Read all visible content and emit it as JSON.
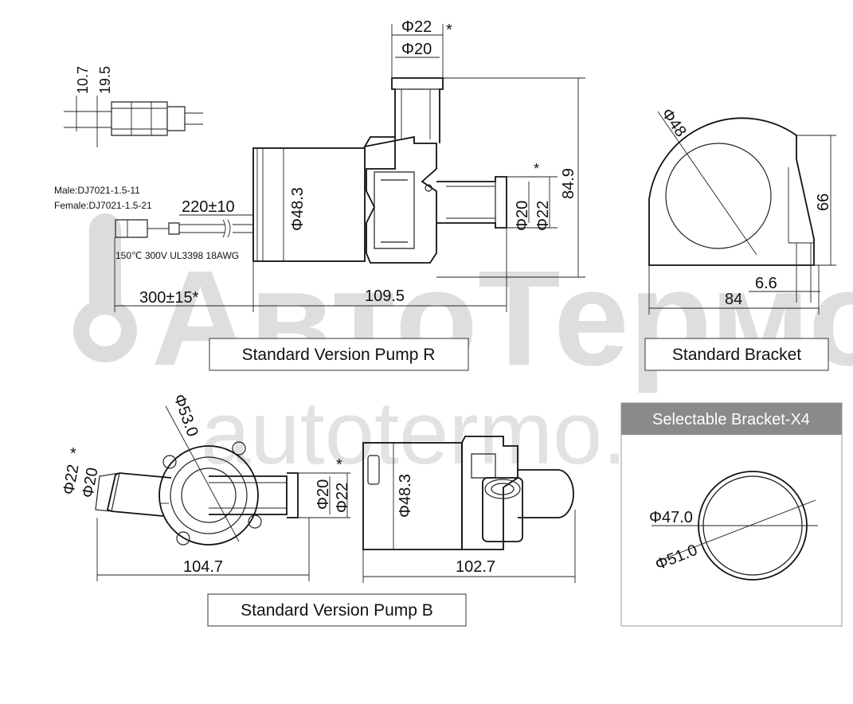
{
  "watermark": {
    "brand": "АвтоТермо",
    "domain": "autotermo.ru",
    "color": "#d9d9d9"
  },
  "pump_r": {
    "caption": "Standard Version Pump R",
    "outlet_outer_dim": "Φ22",
    "outlet_inner_dim": "Φ20",
    "star": "*",
    "body_dim": "Φ48.3",
    "inlet_dim_1": "Φ20",
    "inlet_dim_2": "Φ22",
    "height_dim": "84.9",
    "length_dim": "109.5",
    "cable_dim": "300±15*",
    "lead_dim": "220±10",
    "connector_dim_1": "10.7",
    "connector_dim_2": "19.5",
    "male_label": "Male:DJ7021-1.5-11",
    "female_label": "Female:DJ7021-1.5-21",
    "wire_spec": "150℃ 300V UL3398 18AWG"
  },
  "bracket": {
    "caption": "Standard Bracket",
    "hole_dim": "Φ48",
    "height_dim": "66",
    "width_dim": "84",
    "foot_dim": "6.6"
  },
  "pump_b": {
    "caption": "Standard Version Pump B",
    "flange_dim": "Φ53.0",
    "left_dim_1": "Φ22",
    "left_dim_2": "Φ20",
    "star": "*",
    "right_dim_1": "Φ20",
    "right_dim_2": "Φ22",
    "width_dim": "104.7",
    "side_body_dim": "Φ48.3",
    "side_width_dim": "102.7"
  },
  "selectable": {
    "title": "Selectable Bracket-X4",
    "header_color": "#8a8a8a",
    "inner_dim": "Φ47.0",
    "outer_dim": "Φ51.0"
  }
}
